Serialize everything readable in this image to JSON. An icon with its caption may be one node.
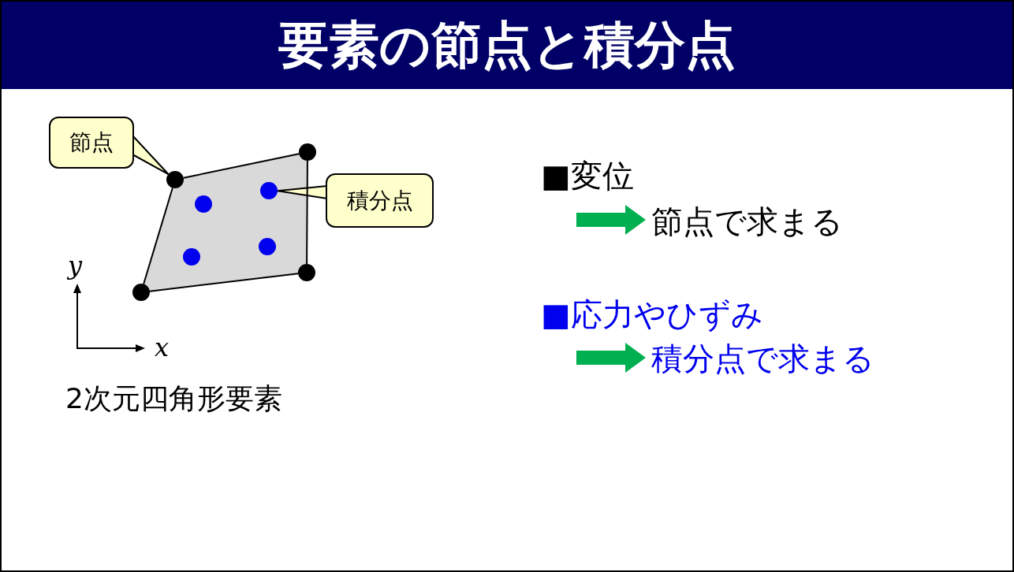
{
  "diagram": {
    "title": "要素の節点と積分点",
    "nodes": [
      {
        "text": [
          "節点"
        ]
      },
      {
        "text": [],
        "shape": "circle"
      },
      {
        "text": [],
        "shape": "circle"
      },
      {
        "text": [],
        "shape": "circle"
      },
      {
        "text": [
          "積分点"
        ]
      },
      {
        "text": [],
        "shape": "circle"
      },
      {
        "text": [],
        "shape": "circle"
      },
      {
        "text": [],
        "shape": "circle"
      },
      {
        "text": [],
        "shape": "circle"
      },
      {
        "text": [],
        "shape": "circle"
      }
    ],
    "edges": [
      {
        "from": 0,
        "to": 2,
        "arrow": "none"
      },
      {
        "from": 4,
        "to": 3,
        "arrow": "none"
      },
      {
        "from": 2,
        "to": 1,
        "arrow": "none"
      },
      {
        "from": 1,
        "to": 8,
        "arrow": "none"
      },
      {
        "from": 8,
        "to": 9,
        "arrow": "none"
      },
      {
        "from": 9,
        "to": 2,
        "arrow": "none"
      }
    ],
    "labels": [
      "■変位",
      "節点で求まる",
      "■応力やひずみ",
      "積分点で求まる",
      "y",
      "x",
      "2次元四角形要素"
    ]
  }
}
